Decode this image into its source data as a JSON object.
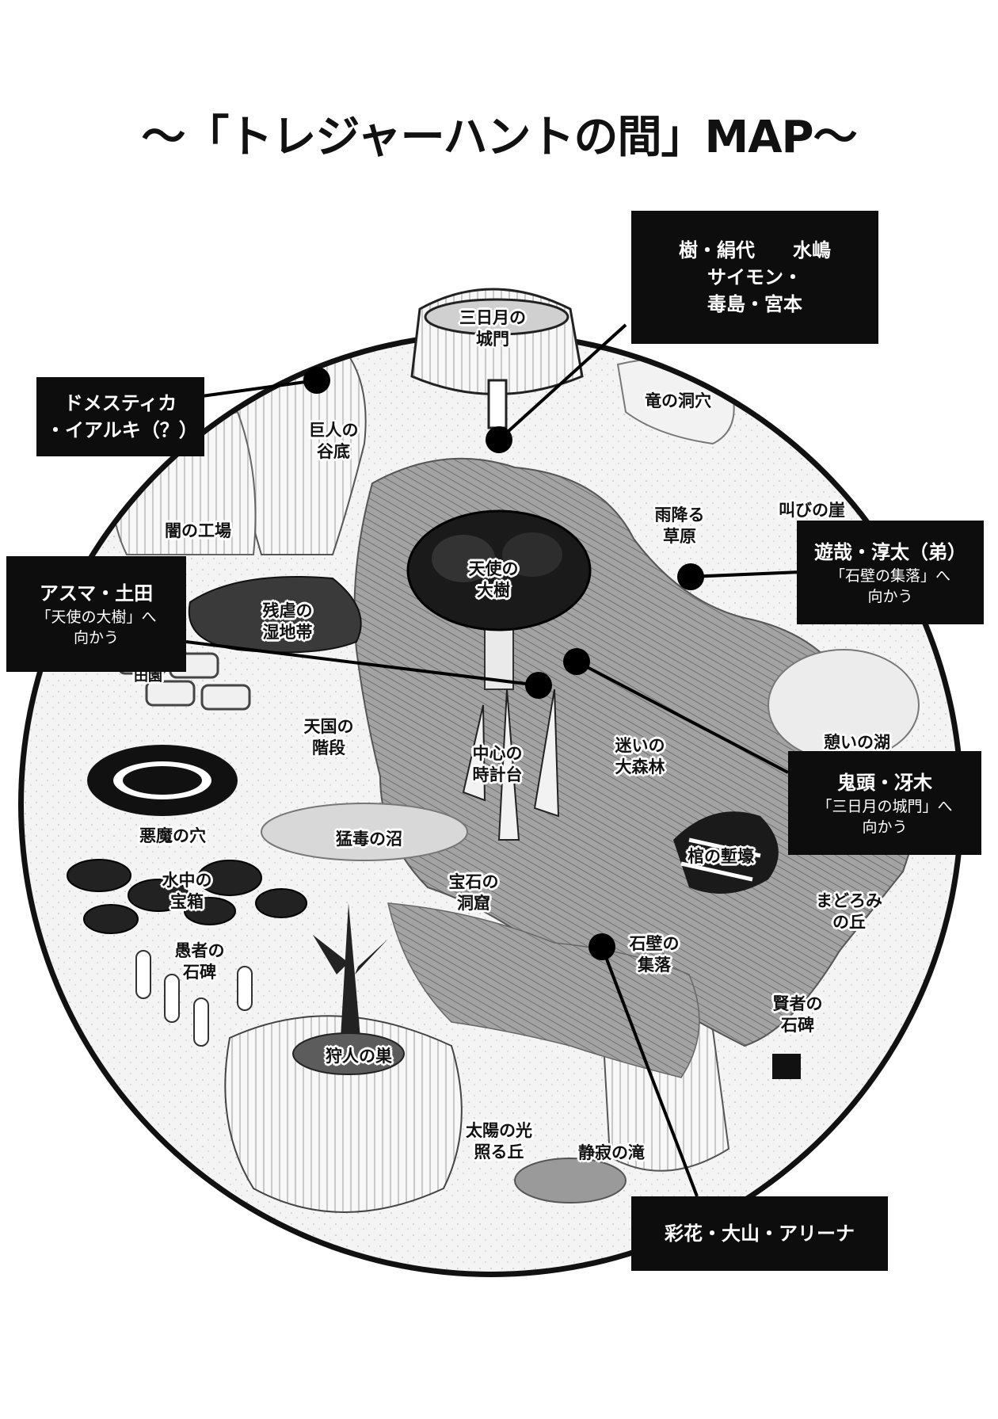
{
  "title": "〜「トレジャーハントの間」MAP〜",
  "places": [
    {
      "id": "crescent-gate",
      "name": "三日月の\n城門"
    },
    {
      "id": "dragon-cave",
      "name": "竜の洞穴"
    },
    {
      "id": "giant-valley",
      "name": "巨人の\n谷底"
    },
    {
      "id": "dark-factory",
      "name": "闇の工場"
    },
    {
      "id": "rain-meadow",
      "name": "雨降る\n草原"
    },
    {
      "id": "scream-cliff",
      "name": "叫びの崖"
    },
    {
      "id": "angel-tree",
      "name": "天使の\n大樹"
    },
    {
      "id": "cruel-wetland",
      "name": "残虐の\n湿地帯"
    },
    {
      "id": "heaven-stairs",
      "name": "天国の\n階段"
    },
    {
      "id": "center-clock",
      "name": "中心の\n時計台"
    },
    {
      "id": "lost-forest",
      "name": "迷いの\n大森林"
    },
    {
      "id": "rest-lake",
      "name": "憩いの湖"
    },
    {
      "id": "devil-hole",
      "name": "悪魔の穴"
    },
    {
      "id": "poison-swamp",
      "name": "猛毒の沼"
    },
    {
      "id": "coffin-trench",
      "name": "棺の塹壕"
    },
    {
      "id": "water-chest",
      "name": "水中の\n宝箱"
    },
    {
      "id": "gem-cave",
      "name": "宝石の\n洞窟"
    },
    {
      "id": "drowsy-hill",
      "name": "まどろみ\nの丘"
    },
    {
      "id": "fool-stones",
      "name": "愚者の\n石碑"
    },
    {
      "id": "stone-village",
      "name": "石壁の\n集落"
    },
    {
      "id": "sage-stone",
      "name": "賢者の\n石碑"
    },
    {
      "id": "hunter-nest",
      "name": "狩人の巣"
    },
    {
      "id": "sun-hill",
      "name": "太陽の光\n照る丘"
    },
    {
      "id": "silent-falls",
      "name": "静寂の滝"
    },
    {
      "id": "field-partial",
      "name": "田園"
    }
  ],
  "groups": [
    {
      "id": "itsuki",
      "names_line1": "樹・絹代　　水嶋",
      "names": "サイモン・\n毒島・宮本",
      "dest": ""
    },
    {
      "id": "domestica",
      "names": "ドメスティカ\n・イアルキ（？）",
      "dest": ""
    },
    {
      "id": "asuma",
      "names": "アスマ・土田",
      "dest": "「天使の大樹」へ\n向かう"
    },
    {
      "id": "yuya",
      "names": "遊哉・淳太（弟）",
      "dest": "「石壁の集落」へ\n向かう"
    },
    {
      "id": "kito",
      "names": "鬼頭・冴木",
      "dest": "「三日月の城門」へ\n向かう"
    },
    {
      "id": "ayaka",
      "names": "彩花・大山・アリーナ",
      "dest": ""
    }
  ]
}
